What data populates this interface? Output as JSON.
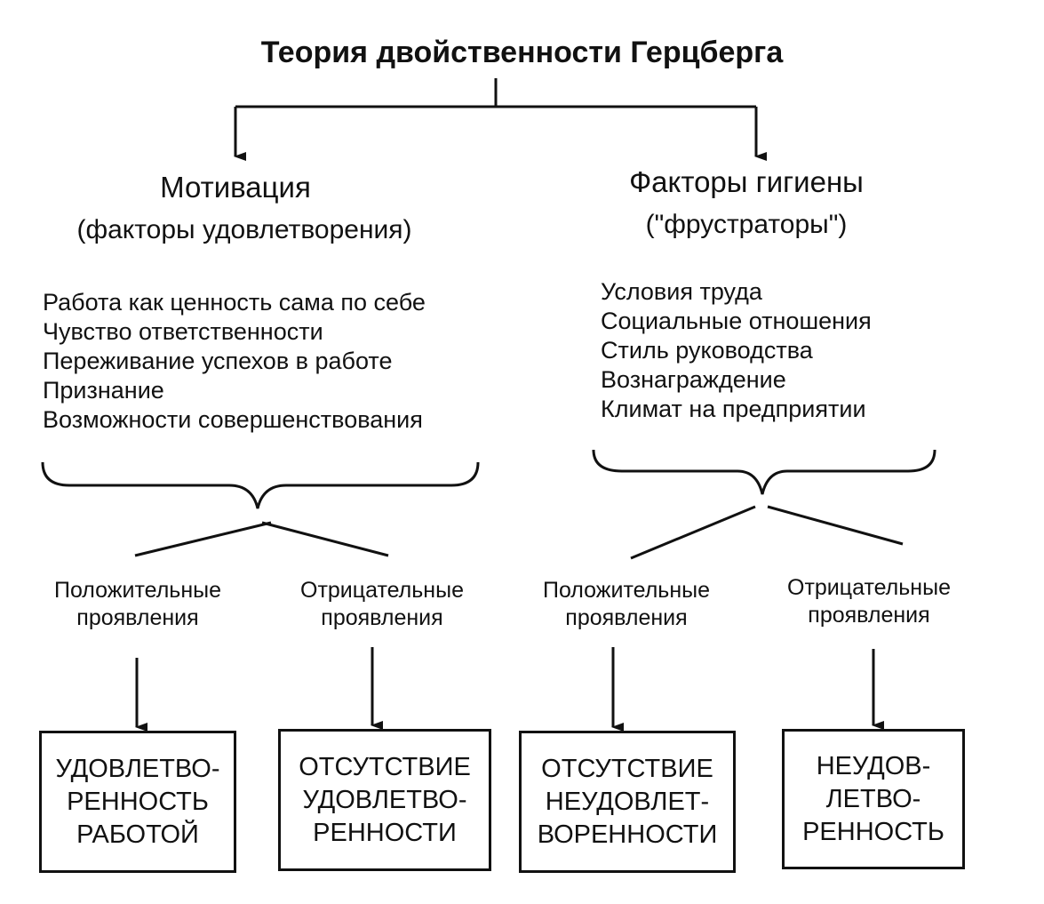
{
  "title": "Теория двойственности Герцберга",
  "motivation": {
    "heading": "Мотивация",
    "subheading": "(факторы удовлетворения)",
    "factors": [
      "Работа как ценность сама по себе",
      "Чувство ответственности",
      "Переживание успехов в работе",
      "Признание",
      "Возможности совершенствования"
    ],
    "positive": {
      "line1": "Положительные",
      "line2": "проявления"
    },
    "negative": {
      "line1": "Отрицательные",
      "line2": "проявления"
    },
    "result_positive": {
      "line1": "УДОВЛЕТВО-",
      "line2": "РЕННОСТЬ",
      "line3": "РАБОТОЙ"
    },
    "result_negative": {
      "line1": "ОТСУТСТВИЕ",
      "line2": "УДОВЛЕТВО-",
      "line3": "РЕННОСТИ"
    }
  },
  "hygiene": {
    "heading": "Факторы гигиены",
    "subheading": "(\"фрустраторы\")",
    "factors": [
      "Условия труда",
      "Социальные отношения",
      "Стиль руководства",
      "Вознаграждение",
      "Климат на предприятии"
    ],
    "positive": {
      "line1": "Положительные",
      "line2": "проявления"
    },
    "negative": {
      "line1": "Отрицательные",
      "line2": "проявления"
    },
    "result_positive": {
      "line1": "ОТСУТСТВИЕ",
      "line2": "НЕУДОВЛЕТ-",
      "line3": "ВОРЕННОСТИ"
    },
    "result_negative": {
      "line1": "НЕУДОВ-",
      "line2": "ЛЕТВО-",
      "line3": "РЕННОСТЬ"
    }
  }
}
